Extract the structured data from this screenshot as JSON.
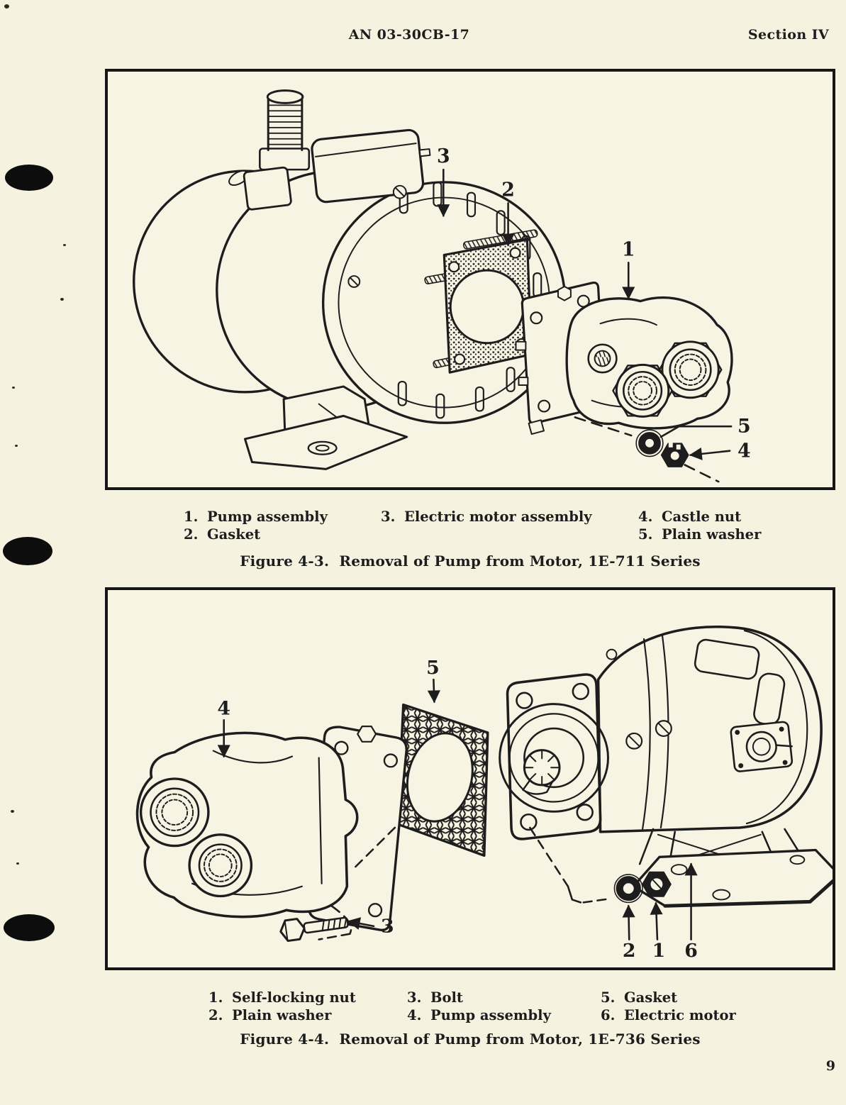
{
  "header": {
    "doc_number": "AN 03-30CB-17",
    "section": "Section IV"
  },
  "figure1": {
    "callouts": {
      "c1": "1",
      "c2": "2",
      "c3": "3",
      "c4": "4",
      "c5": "5"
    },
    "legend": {
      "col1": [
        {
          "num": "1.",
          "label": "Pump assembly"
        },
        {
          "num": "2.",
          "label": "Gasket"
        }
      ],
      "col2": [
        {
          "num": "3.",
          "label": "Electric motor assembly"
        }
      ],
      "col3": [
        {
          "num": "4.",
          "label": "Castle nut"
        },
        {
          "num": "5.",
          "label": "Plain washer"
        }
      ]
    },
    "caption": "Figure 4-3.  Removal of Pump from Motor, 1E-711 Series"
  },
  "figure2": {
    "callouts": {
      "c1": "1",
      "c2": "2",
      "c3": "3",
      "c4": "4",
      "c5": "5",
      "c6": "6"
    },
    "legend": {
      "col1": [
        {
          "num": "1.",
          "label": "Self-locking nut"
        },
        {
          "num": "2.",
          "label": "Plain washer"
        }
      ],
      "col2": [
        {
          "num": "3.",
          "label": "Bolt"
        },
        {
          "num": "4.",
          "label": "Pump assembly"
        }
      ],
      "col3": [
        {
          "num": "5.",
          "label": "Gasket"
        },
        {
          "num": "6.",
          "label": "Electric motor"
        }
      ]
    },
    "caption": "Figure 4-4.  Removal of Pump from Motor, 1E-736 Series"
  },
  "page_number": "9",
  "colors": {
    "paper": "#f6f2e0",
    "figure_paper": "#f8f4e4",
    "ink": "#1d1d1d"
  }
}
